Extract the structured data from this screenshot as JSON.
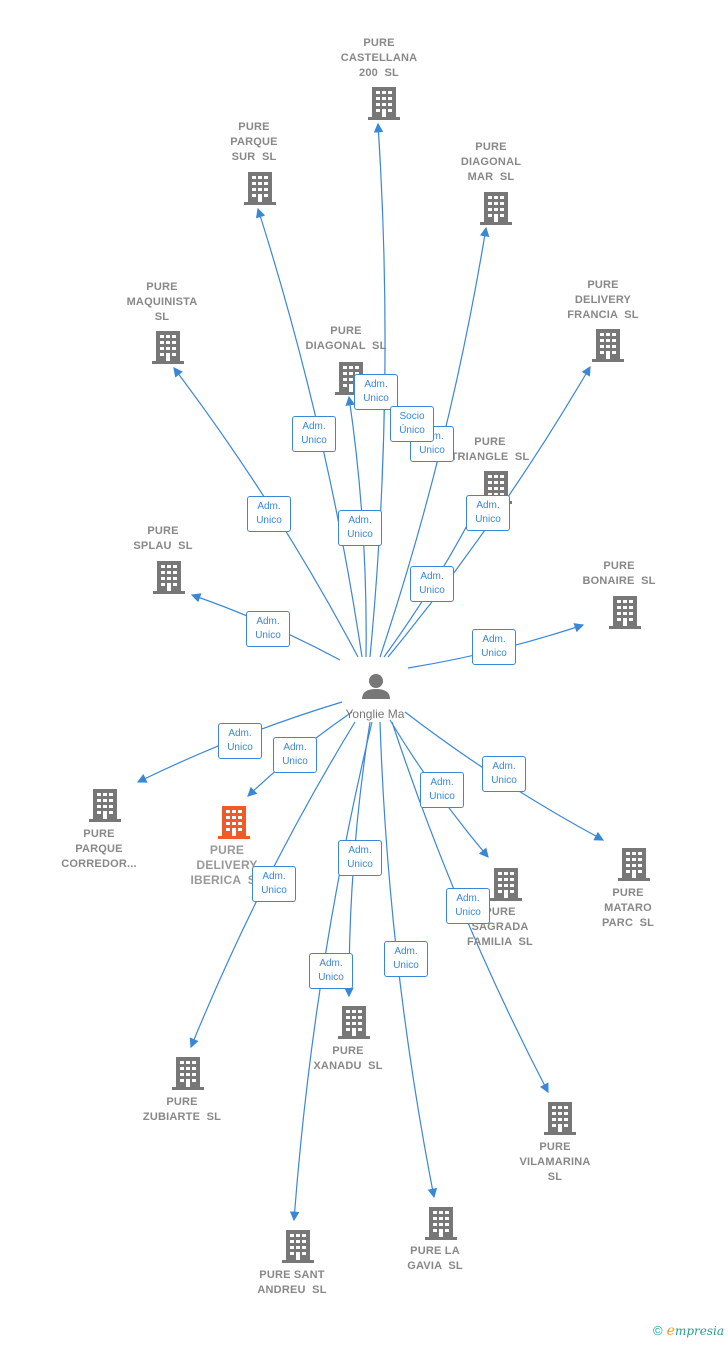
{
  "center": {
    "name": "Yonglie Ma",
    "icon": "person-icon"
  },
  "colors": {
    "edge": "#3a87d6",
    "building": "#777777",
    "highlight": "#f05a28",
    "label": "#888888"
  },
  "nodes": [
    {
      "id": "castellana",
      "label": "PURE\nCASTELLANA\n200  SL",
      "highlight": false
    },
    {
      "id": "parque-sur",
      "label": "PURE\nPARQUE\nSUR  SL",
      "highlight": false
    },
    {
      "id": "diagonal-mar",
      "label": "PURE\nDIAGONAL\nMAR  SL",
      "highlight": false
    },
    {
      "id": "maquinista",
      "label": "PURE\nMAQUINISTA\nSL",
      "highlight": false
    },
    {
      "id": "delivery-francia",
      "label": "PURE\nDELIVERY\nFRANCIA  SL",
      "highlight": false
    },
    {
      "id": "diagonal",
      "label": "PURE\nDIAGONAL  SL",
      "highlight": false
    },
    {
      "id": "triangle",
      "label": "PURE\nTRIANGLE  SL",
      "highlight": false
    },
    {
      "id": "splau",
      "label": "PURE\nSPLAU  SL",
      "highlight": false
    },
    {
      "id": "bonaire",
      "label": "PURE\nBONAIRE  SL",
      "highlight": false
    },
    {
      "id": "parque-corredor",
      "label": "PURE\nPARQUE\nCORREDOR...",
      "highlight": false
    },
    {
      "id": "delivery-iberica",
      "label": "PURE\nDELIVERY\nIBERICA  SL",
      "highlight": true
    },
    {
      "id": "sagrada-familia",
      "label": "PURE\nSAGRADA\nFAMILIA  SL",
      "highlight": false
    },
    {
      "id": "mataro-parc",
      "label": "PURE\nMATARO\nPARC  SL",
      "highlight": false
    },
    {
      "id": "xanadu",
      "label": "PURE\nXANADU  SL",
      "highlight": false
    },
    {
      "id": "zubiarte",
      "label": "PURE\nZUBIARTE  SL",
      "highlight": false
    },
    {
      "id": "vilamarina",
      "label": "PURE\nVILAMARINA\nSL",
      "highlight": false
    },
    {
      "id": "la-gavia",
      "label": "PURE LA\nGAVIA  SL",
      "highlight": false
    },
    {
      "id": "sant-andreu",
      "label": "PURE SANT\nANDREU  SL",
      "highlight": false
    }
  ],
  "relations": [
    {
      "id": "castellana",
      "label": "Adm.\nUnico"
    },
    {
      "id": "parque-sur",
      "label": "Adm.\nUnico"
    },
    {
      "id": "diagonal-mar",
      "label": "Adm.\nUnico"
    },
    {
      "id": "maquinista",
      "label": "Adm.\nUnico"
    },
    {
      "id": "delivery-francia",
      "label": "Adm.\nUnico"
    },
    {
      "id": "diagonal",
      "label": "Adm.\nUnico"
    },
    {
      "id": "triangle",
      "label": "Adm.\nUnico"
    },
    {
      "id": "triangle-socio",
      "label": "Socio\nÚnico"
    },
    {
      "id": "splau",
      "label": "Adm.\nUnico"
    },
    {
      "id": "bonaire",
      "label": "Adm.\nUnico"
    },
    {
      "id": "parque-corredor",
      "label": "Adm.\nUnico"
    },
    {
      "id": "delivery-iberica",
      "label": "Adm.\nUnico"
    },
    {
      "id": "sagrada-familia",
      "label": "Adm.\nUnico"
    },
    {
      "id": "mataro-parc",
      "label": "Adm.\nUnico"
    },
    {
      "id": "xanadu",
      "label": "Adm.\nUnico"
    },
    {
      "id": "zubiarte",
      "label": "Adm.\nUnico"
    },
    {
      "id": "vilamarina",
      "label": "Adm.\nUnico"
    },
    {
      "id": "la-gavia",
      "label": "Adm.\nUnico"
    },
    {
      "id": "sant-andreu",
      "label": "Adm.\nUnico"
    }
  ],
  "footer": {
    "copyright": "©",
    "brand_initial": "e",
    "brand_rest": "mpresia"
  }
}
